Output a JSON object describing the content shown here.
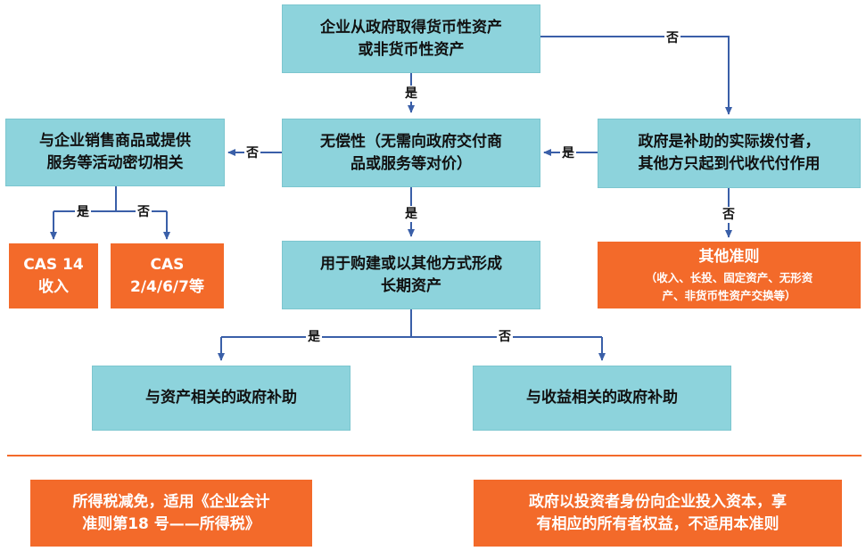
{
  "nodes": {
    "start": {
      "line1": "企业从政府取得货币性资产",
      "line2": "或非货币性资产"
    },
    "free": {
      "line1": "无偿性（无需向政府交付商",
      "line2": "品或服务等对价）"
    },
    "payer": {
      "line1": "政府是补助的实际拨付者，",
      "line2": "其他方只起到代收代付作用"
    },
    "sales": {
      "line1": "与企业销售商品或提供",
      "line2": "服务等活动密切相关"
    },
    "cas14": {
      "line1": "CAS 14",
      "line2": "收入"
    },
    "cas_other": {
      "line1": "CAS",
      "line2": "2/4/6/7等"
    },
    "longterm": {
      "line1": "用于购建或以其他方式形成",
      "line2": "长期资产"
    },
    "other_std": {
      "title": "其他准则",
      "sub1": "（收入、长投、固定资产、无形资",
      "sub2": "产、非货币性资产交换等）"
    },
    "asset_grant": {
      "text": "与资产相关的政府补助"
    },
    "income_grant": {
      "text": "与收益相关的政府补助"
    },
    "tax": {
      "line1": "所得税减免，适用《企业会计",
      "line2": "准则第18 号——所得税》"
    },
    "investor": {
      "line1": "政府以投资者身份向企业投入资本，享",
      "line2": "有相应的所有者权益，不适用本准则"
    }
  },
  "labels": {
    "yes": "是",
    "no": "否"
  },
  "colors": {
    "teal": "#8dd3dc",
    "orange": "#f36a2a",
    "arrow": "#3a5fa8"
  }
}
